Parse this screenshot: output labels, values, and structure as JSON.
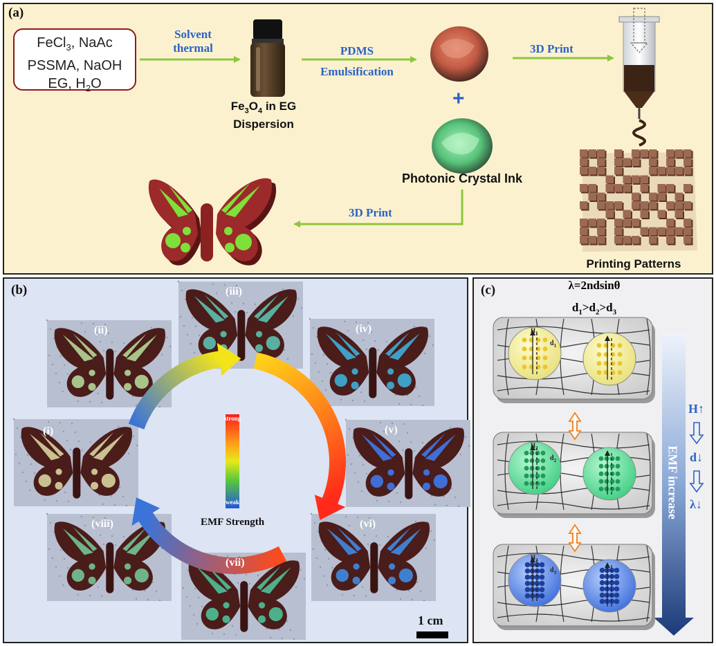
{
  "panel_a": {
    "label": "(a)",
    "reagents": {
      "line1_a": "FeCl",
      "line1_sub": "3",
      "line1_b": ", NaAc",
      "line2": "PSSMA, NaOH",
      "line3_a": "EG, H",
      "line3_sub": "2",
      "line3_b": "O"
    },
    "step1": {
      "line1": "Solvent",
      "line2": "thermal"
    },
    "vial_caption": {
      "a": "Fe",
      "sub1": "3",
      "b": "O",
      "sub2": "4",
      "c": " in EG",
      "line2": "Dispersion"
    },
    "step2": {
      "line1": "PDMS",
      "line2": "Emulsification"
    },
    "plus": "+",
    "ink_label": "Photonic Crystal Ink",
    "step3": "3D Print",
    "step4": "3D Print",
    "patterns_label": "Printing Patterns"
  },
  "panel_b": {
    "label": "(b)",
    "samples": [
      "(i)",
      "(ii)",
      "(iii)",
      "(iv)",
      "(v)",
      "(vi)",
      "(vii)",
      "(viii)"
    ],
    "scale_strong": "strong",
    "scale_weak": "weak",
    "emf_label": "EMF Strength",
    "scalebar": "1 cm"
  },
  "panel_c": {
    "label": "(c)",
    "equation": "λ=2ndsinθ",
    "relation": {
      "a": "d",
      "s1": "1",
      "b": ">d",
      "s2": "2",
      "c": ">d",
      "s3": "3"
    },
    "emf_axis": "EMF increase",
    "side_h": "H↑",
    "side_d": "d↓",
    "side_l": "λ↓",
    "sphere_labels": [
      {
        "h": "H",
        "hs": "1",
        "d": "d",
        "ds": "1"
      },
      {
        "h": "H",
        "hs": "2",
        "d": "d",
        "ds": "2"
      },
      {
        "h": "H",
        "hs": "3",
        "d": "d",
        "ds": "3"
      }
    ]
  },
  "colors": {
    "panel_a_bg": "#fcf1cf",
    "panel_b_bg": "#dde4f3",
    "panel_c_bg": "#f0f0f2",
    "arrow_green": "#8cc63f",
    "step_text_blue": "#2b63c6",
    "reagent_border": "#8b1a1a",
    "butterfly_red": "#9c2a2a",
    "butterfly_green": "#7ee03a",
    "sphere_yellow": "#f3ef9a",
    "sphere_green": "#5fe2a0",
    "sphere_blue": "#5f8ff0"
  }
}
